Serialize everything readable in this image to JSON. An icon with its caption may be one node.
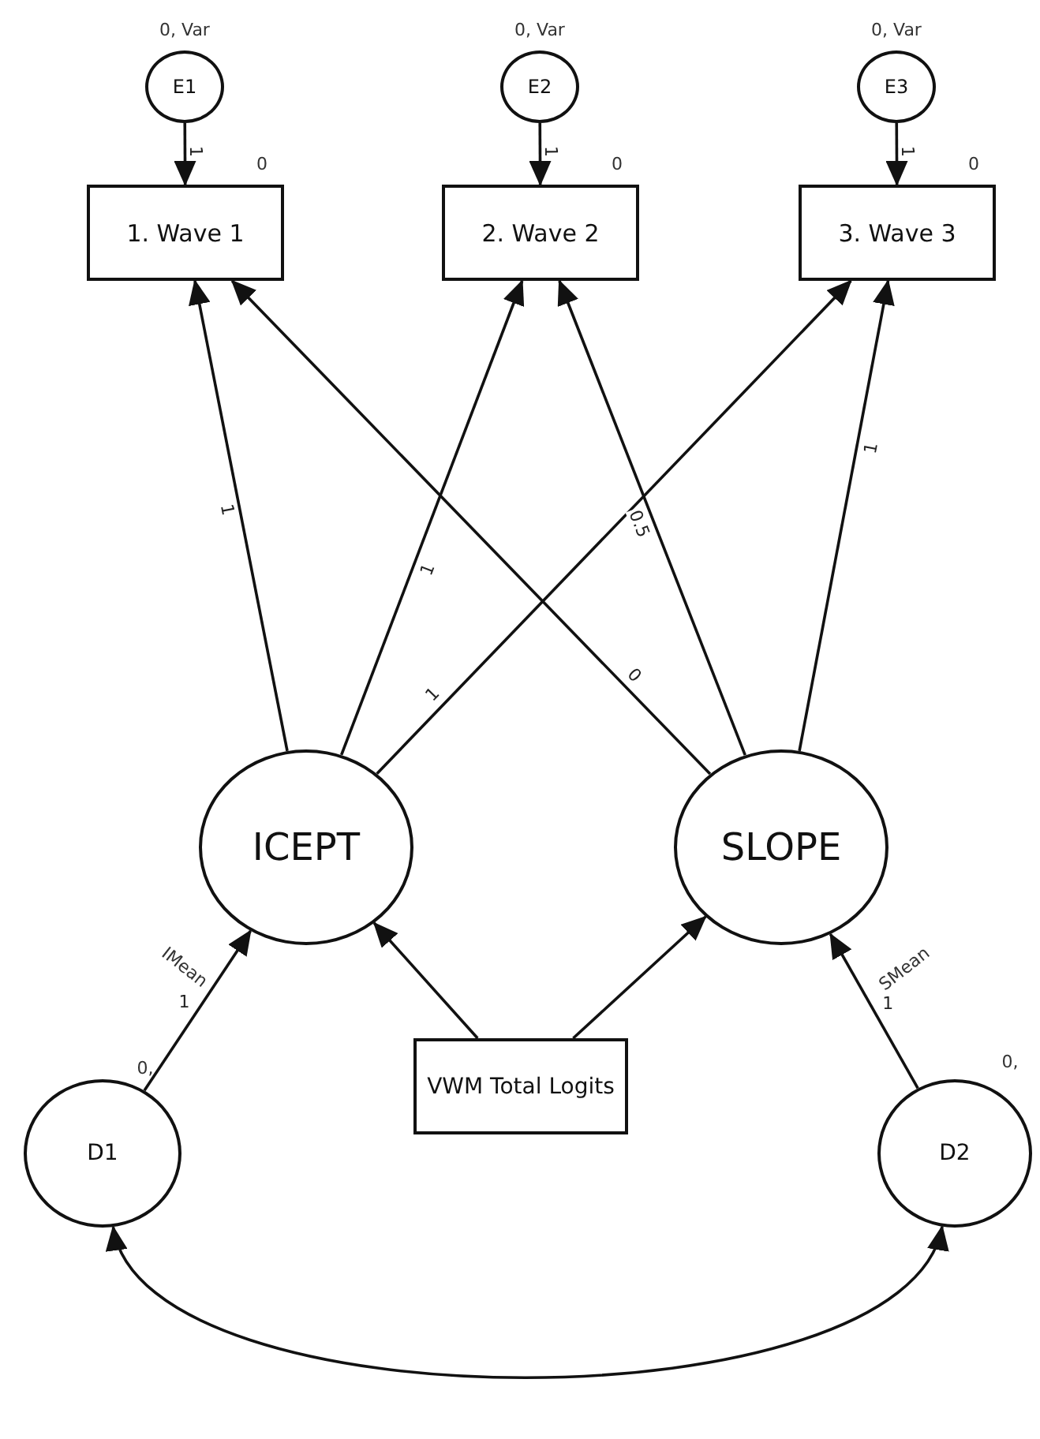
{
  "diagram": {
    "nodes": [
      {
        "text": [
          "E1"
        ],
        "beside": [
          "0, Var"
        ]
      },
      {
        "text": [
          "E2"
        ],
        "beside": [
          "0, Var"
        ]
      },
      {
        "text": [
          "E3"
        ],
        "beside": [
          "0, Var"
        ]
      },
      {
        "text": [
          "1. Wave 1"
        ],
        "beside": [
          "0"
        ]
      },
      {
        "text": [
          "2. Wave 2"
        ],
        "beside": [
          "0"
        ]
      },
      {
        "text": [
          "3. Wave 3"
        ],
        "beside": [
          "0"
        ]
      },
      {
        "text": [
          "ICEPT"
        ],
        "beside": [
          "IMean"
        ]
      },
      {
        "text": [
          "SLOPE"
        ],
        "beside": [
          "SMean"
        ]
      },
      {
        "text": [
          "VWM Total Logits"
        ]
      },
      {
        "text": [
          "D1"
        ],
        "beside": [
          "0,"
        ]
      },
      {
        "text": [
          "D2"
        ],
        "beside": [
          "0,"
        ]
      }
    ],
    "edges": [
      {
        "from": 0,
        "to": 3,
        "arrow": "to",
        "label": "1"
      },
      {
        "from": 1,
        "to": 4,
        "arrow": "to",
        "label": "1"
      },
      {
        "from": 2,
        "to": 5,
        "arrow": "to",
        "label": "1"
      },
      {
        "from": 6,
        "to": 3,
        "arrow": "to",
        "label": "1"
      },
      {
        "from": 6,
        "to": 4,
        "arrow": "to",
        "label": "1"
      },
      {
        "from": 6,
        "to": 5,
        "arrow": "to",
        "label": "1"
      },
      {
        "from": 7,
        "to": 3,
        "arrow": "to",
        "label": "0"
      },
      {
        "from": 7,
        "to": 4,
        "arrow": "to",
        "label": "0.5"
      },
      {
        "from": 7,
        "to": 5,
        "arrow": "to",
        "label": "1"
      },
      {
        "from": 8,
        "to": 6,
        "arrow": "to"
      },
      {
        "from": 8,
        "to": 7,
        "arrow": "to"
      },
      {
        "from": 9,
        "to": 6,
        "arrow": "to",
        "label": "1"
      },
      {
        "from": 10,
        "to": 7,
        "arrow": "to",
        "label": "1"
      },
      {
        "from": 9,
        "to": 10,
        "arrow": "both"
      }
    ]
  }
}
